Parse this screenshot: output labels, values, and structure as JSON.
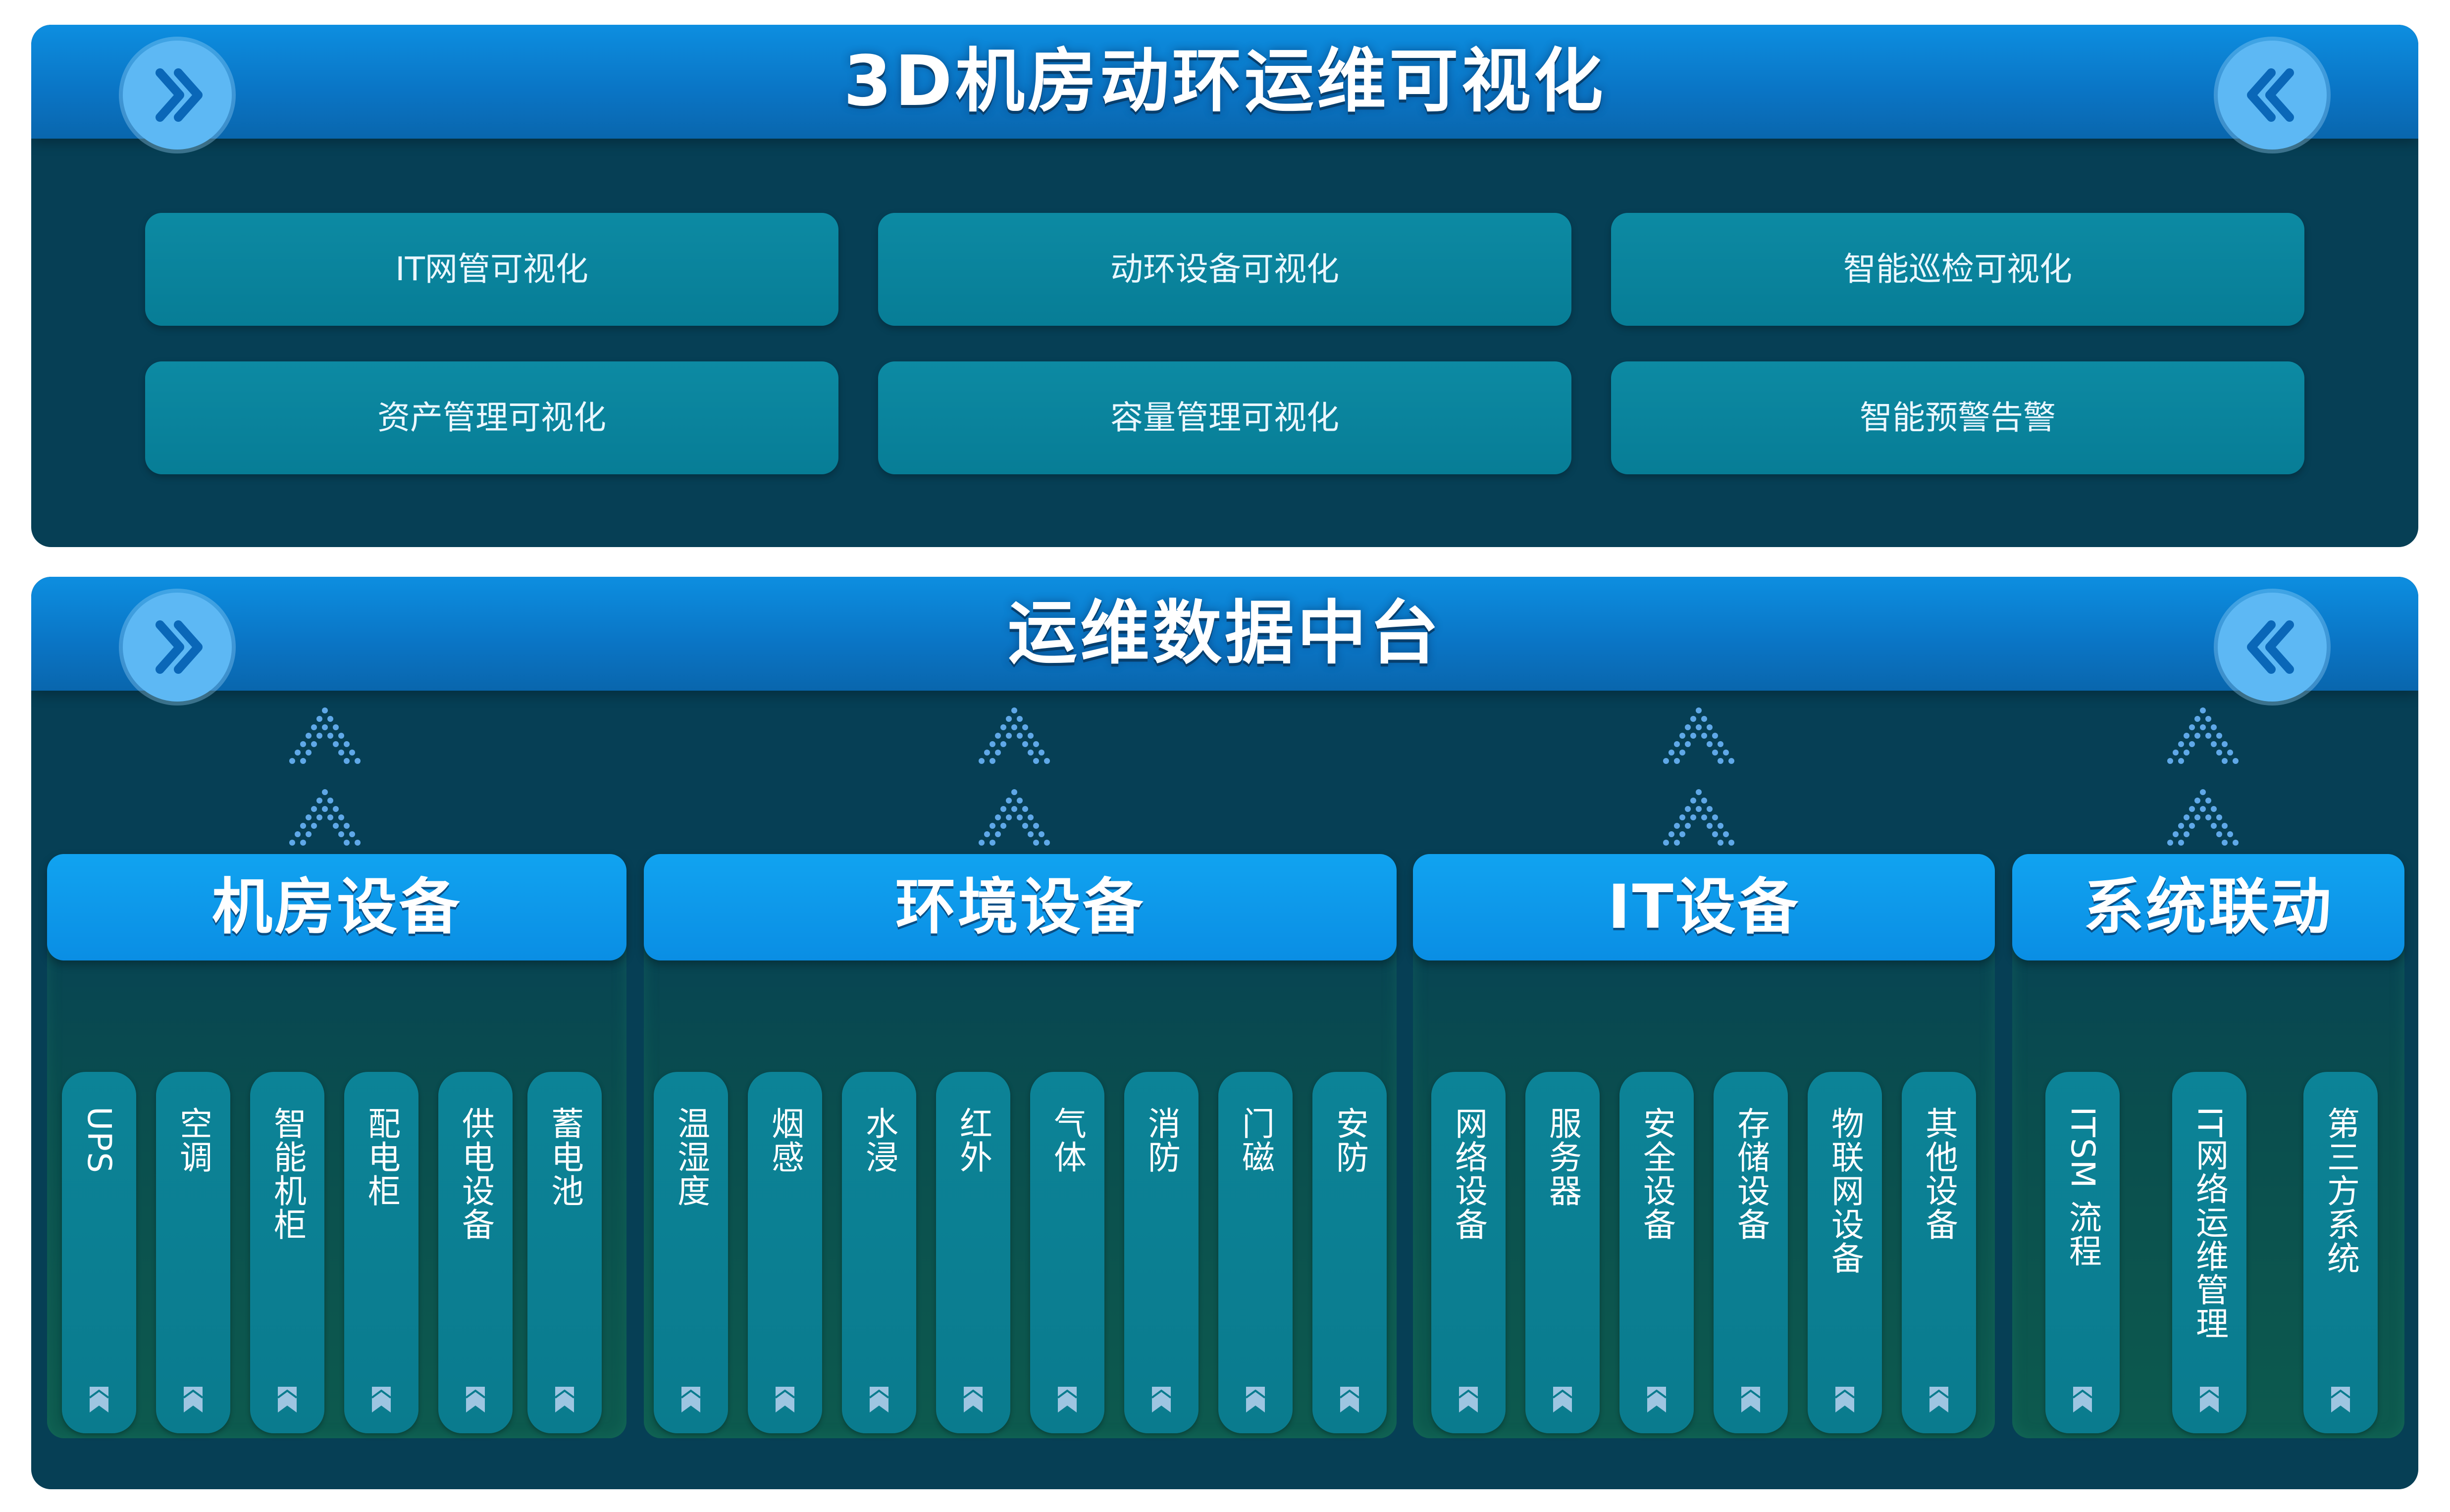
{
  "top_panel": {
    "title": "3D机房动环运维可视化",
    "features": [
      "IT网管可视化",
      "动环设备可视化",
      "智能巡检可视化",
      "资产管理可视化",
      "容量管理可视化",
      "智能预警告警"
    ]
  },
  "bottom_panel": {
    "title": "运维数据中台",
    "groups": [
      {
        "title": "机房设备",
        "items": [
          "UPS",
          "空调",
          "智能机柜",
          "配电柜",
          "供电设备",
          "蓄电池"
        ]
      },
      {
        "title": "环境设备",
        "items": [
          "温湿度",
          "烟感",
          "水浸",
          "红外",
          "气体",
          "消防",
          "门磁",
          "安防"
        ]
      },
      {
        "title": "IT设备",
        "items": [
          "网络设备",
          "服务器",
          "安全设备",
          "存储设备",
          "物联网设备",
          "其他设备"
        ]
      },
      {
        "title": "系统联动",
        "items": [
          "ITSM 流程",
          "IT网络运维管理",
          "第三方系统"
        ]
      }
    ]
  },
  "colors": {
    "panel_bg": "#063f55",
    "header_blue": "#0a74c4",
    "button_teal": "#077d96",
    "group_header_blue": "#0a8ee4",
    "arrow_blue": "#5fa8e8"
  },
  "icons": [
    "double-chevron-right-icon",
    "double-chevron-left-icon",
    "dotted-up-arrow-icon",
    "bookmark-icon"
  ]
}
